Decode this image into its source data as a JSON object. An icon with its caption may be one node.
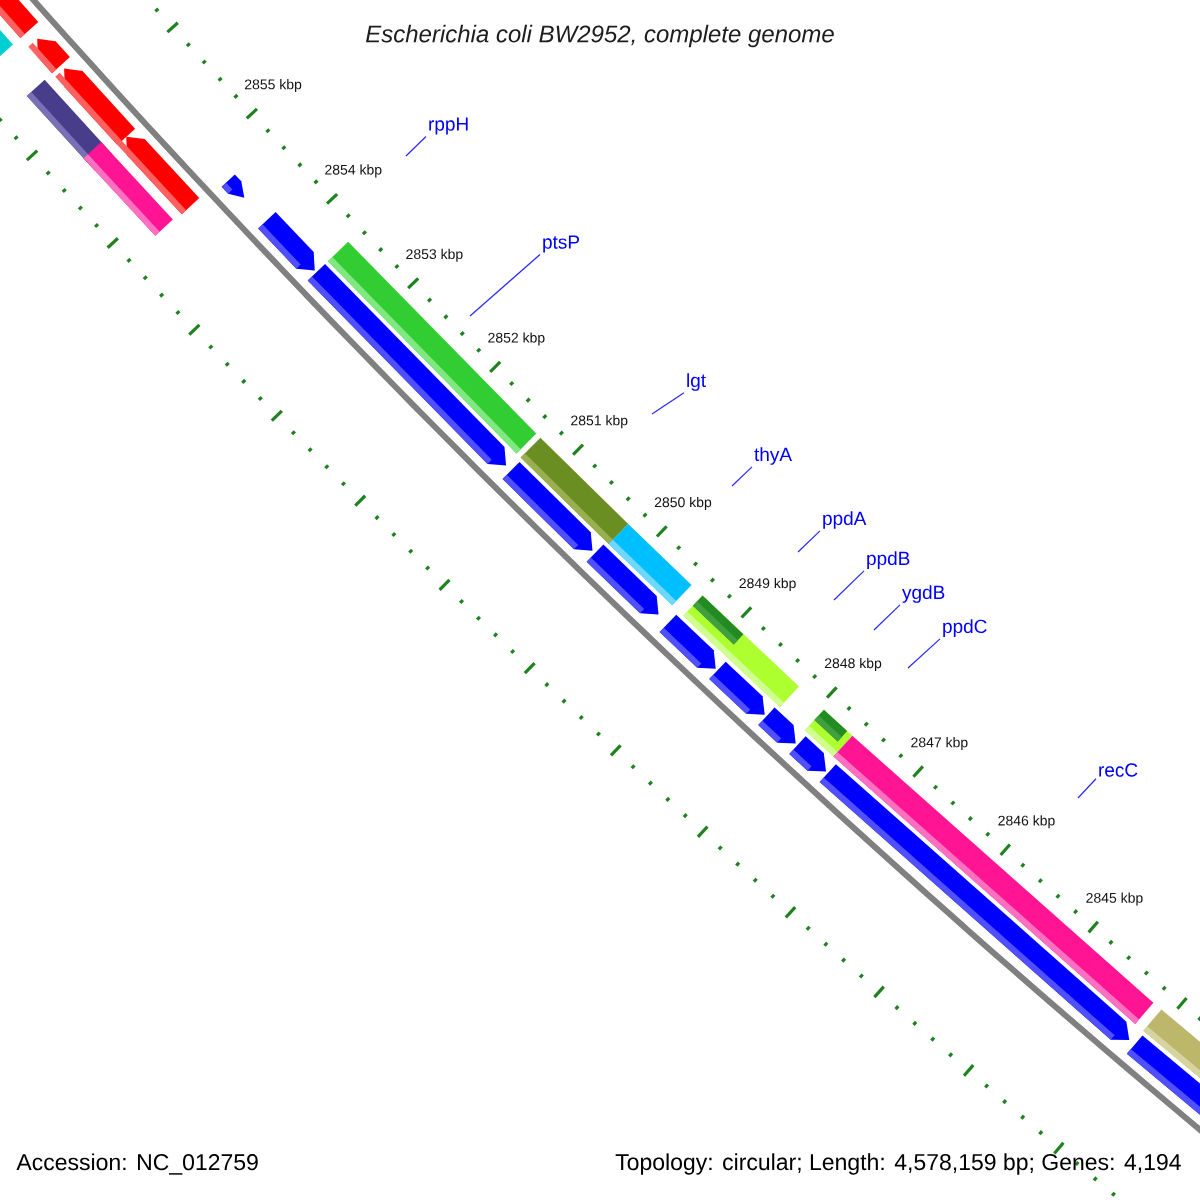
{
  "diagram": {
    "title": "Escherichia coli BW2952, complete genome",
    "nodes": [
      {
        "text": [
          "rppH"
        ]
      },
      {
        "text": [
          "ptsP"
        ]
      },
      {
        "text": [
          "lgt"
        ]
      },
      {
        "text": [
          "thyA"
        ]
      },
      {
        "text": [
          "ppdA"
        ]
      },
      {
        "text": [
          "ppdB"
        ]
      },
      {
        "text": [
          "ygdB"
        ]
      },
      {
        "text": [
          "ppdC"
        ]
      },
      {
        "text": [
          "recC"
        ]
      }
    ],
    "edges": [
      {
        "from": 0,
        "to": null,
        "arrow": "none"
      },
      {
        "from": 1,
        "to": null,
        "arrow": "none"
      },
      {
        "from": 2,
        "to": null,
        "arrow": "none"
      },
      {
        "from": 3,
        "to": null,
        "arrow": "none"
      },
      {
        "from": 4,
        "to": null,
        "arrow": "none"
      },
      {
        "from": 5,
        "to": null,
        "arrow": "none"
      },
      {
        "from": 6,
        "to": null,
        "arrow": "none"
      },
      {
        "from": 7,
        "to": null,
        "arrow": "none"
      },
      {
        "from": 8,
        "to": null,
        "arrow": "none"
      }
    ],
    "labels": [
      "2855 kbp",
      "2854 kbp",
      "2853 kbp",
      "2852 kbp",
      "2851 kbp",
      "2850 kbp",
      "2849 kbp",
      "2848 kbp",
      "2847 kbp",
      "2846 kbp",
      "2845 kbp",
      "Accession: NC_012759",
      "Topology: circular; Length: 4,578,159 bp; Genes: 4,194"
    ]
  }
}
